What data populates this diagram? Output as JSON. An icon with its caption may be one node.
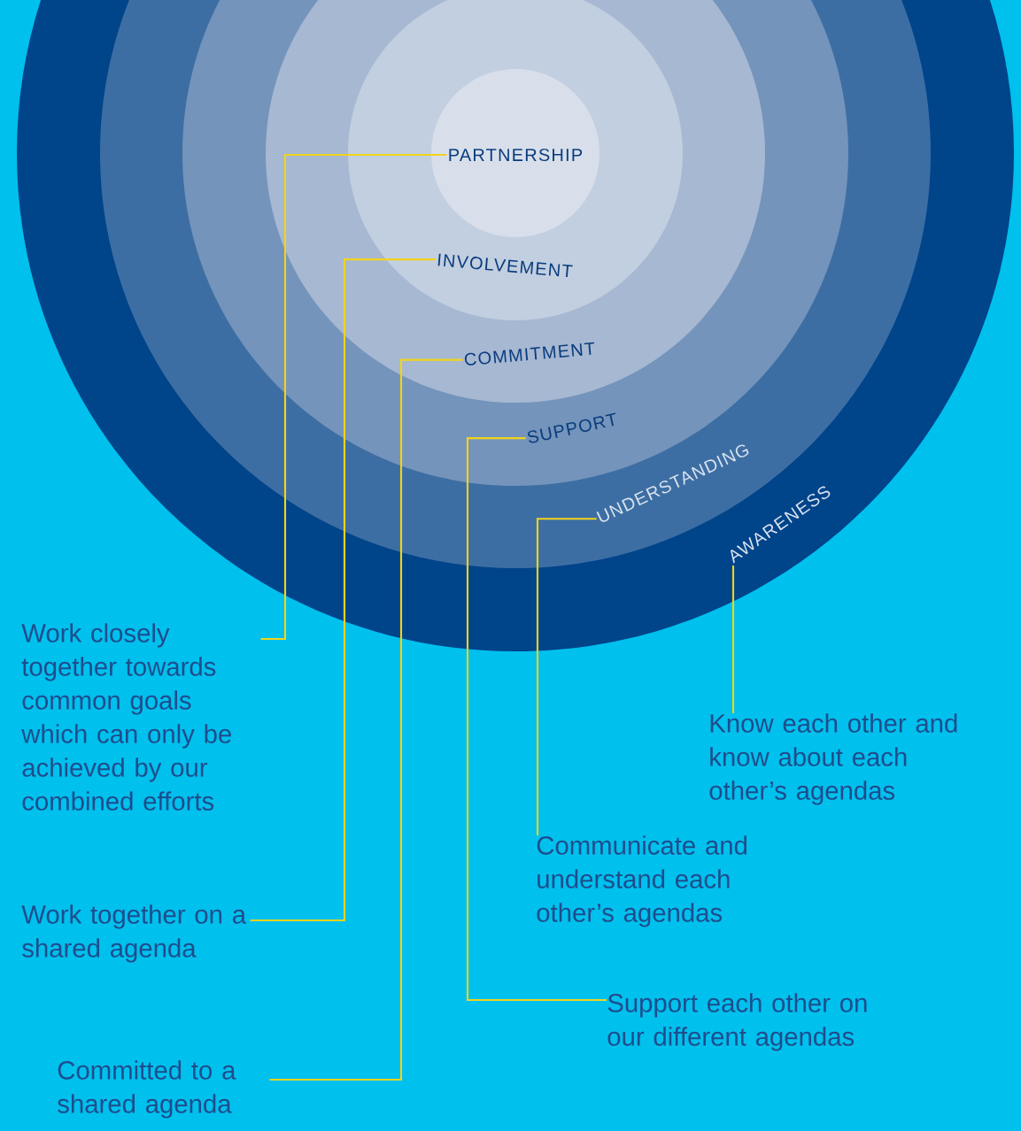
{
  "diagram": {
    "nodes": [
      {
        "text": [
          "AWARENESS"
        ]
      },
      {
        "text": [
          "UNDERSTANDING"
        ],
        "in": 0
      },
      {
        "text": [
          "SUPPORT"
        ],
        "in": 1
      },
      {
        "text": [
          "COMMITMENT"
        ],
        "in": 2
      },
      {
        "text": [
          "INVOLVEMENT"
        ],
        "in": 3
      },
      {
        "text": [
          "PARTNERSHIP"
        ],
        "in": 4
      },
      {
        "text": [
          "Work closely together towards common goals which can only be achieved by our combined efforts"
        ]
      },
      {
        "text": [
          "Know each other and know about each other’s agendas"
        ]
      },
      {
        "text": [
          "Communicate and understand each other’s agendas"
        ]
      },
      {
        "text": [
          "Work together on a shared agenda"
        ]
      },
      {
        "text": [
          "Support each other on our different agendas"
        ]
      },
      {
        "text": [
          "Committed to a shared agenda"
        ]
      }
    ],
    "edges": [
      {
        "from": 5,
        "to": 6,
        "arrow": "none"
      },
      {
        "from": 0,
        "to": 7,
        "arrow": "none"
      },
      {
        "from": 1,
        "to": 8,
        "arrow": "none"
      },
      {
        "from": 4,
        "to": 9,
        "arrow": "none"
      },
      {
        "from": 2,
        "to": 10,
        "arrow": "none"
      },
      {
        "from": 3,
        "to": 11,
        "arrow": "none"
      }
    ]
  }
}
